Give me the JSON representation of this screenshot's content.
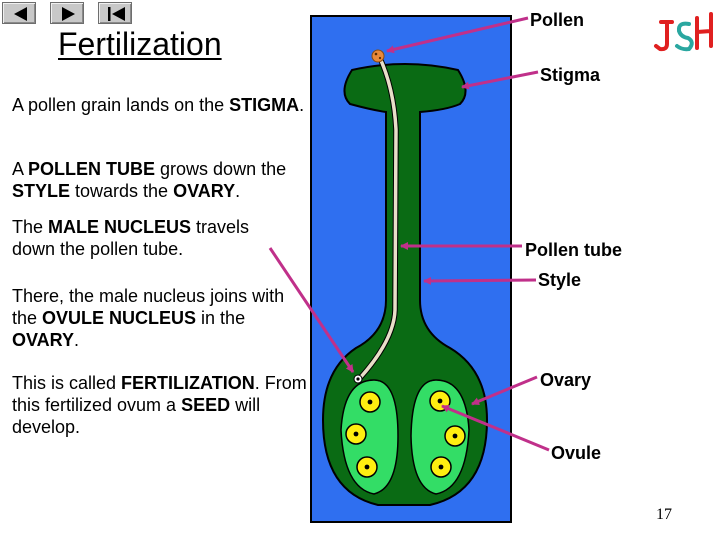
{
  "nav": {
    "first_icon": "first-page-icon",
    "previous_icon": "previous-page-icon",
    "next_icon": "next-page-icon",
    "last_icon": "last-page-icon"
  },
  "title": "Fertilization",
  "logo": "JSH",
  "paragraphs": {
    "p1": [
      {
        "t": "A pollen grain lands on the ",
        "b": false
      },
      {
        "t": "STIGMA",
        "b": true
      },
      {
        "t": ".",
        "b": false
      }
    ],
    "p2": [
      {
        "t": "A ",
        "b": false
      },
      {
        "t": "POLLEN TUBE",
        "b": true
      },
      {
        "t": " grows down the ",
        "b": false
      },
      {
        "t": "STYLE",
        "b": true
      },
      {
        "t": " towards the ",
        "b": false
      },
      {
        "t": "OVARY",
        "b": true
      },
      {
        "t": ".",
        "b": false
      }
    ],
    "p3": [
      {
        "t": "The ",
        "b": false
      },
      {
        "t": "MALE NUCLEUS",
        "b": true
      },
      {
        "t": " travels down the pollen tube.",
        "b": false
      }
    ],
    "p4": [
      {
        "t": "There, the male nucleus joins with the ",
        "b": false
      },
      {
        "t": "OVULE NUCLEUS",
        "b": true
      },
      {
        "t": " in the ",
        "b": false
      },
      {
        "t": "OVARY",
        "b": true
      },
      {
        "t": ".",
        "b": false
      }
    ],
    "p5": [
      {
        "t": "This is called ",
        "b": false
      },
      {
        "t": "FERTILIZATION",
        "b": true
      },
      {
        "t": ". From this fertilized ovum a ",
        "b": false
      },
      {
        "t": "SEED",
        "b": true
      },
      {
        "t": " will develop.",
        "b": false
      }
    ]
  },
  "labels": {
    "pollen": "Pollen",
    "stigma": "Stigma",
    "pollen_tube": "Pollen tube",
    "style": "Style",
    "ovary": "Ovary",
    "ovule": "Ovule"
  },
  "page_number": "17",
  "colors": {
    "background_panel": "#2f6ff0",
    "pistil": "#0a6b14",
    "ovule_chamber": "#33dd66",
    "pollen_tube": "#e8dfc8",
    "pointer": "#c0308a",
    "ovule": "#ffee11",
    "pollen_grain": "#e8893a",
    "logo_red": "#e02020",
    "logo_teal": "#2aa7a0"
  }
}
